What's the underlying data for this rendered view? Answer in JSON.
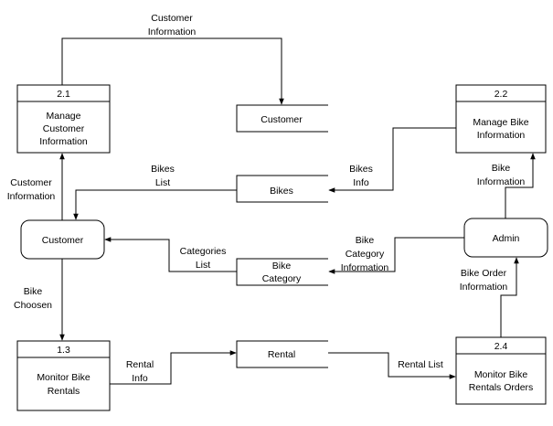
{
  "colors": {
    "line": "#000000",
    "background": "#ffffff",
    "text": "#000000"
  },
  "processes": {
    "p21": {
      "id": "2.1",
      "label": [
        "Manage",
        "Customer",
        "Information"
      ]
    },
    "p22": {
      "id": "2.2",
      "label": [
        "Manage Bike",
        "Information"
      ]
    },
    "p13": {
      "id": "1.3",
      "label": [
        "Monitor Bike",
        "Rentals"
      ]
    },
    "p24": {
      "id": "2.4",
      "label": [
        "Monitor Bike",
        "Rentals Orders"
      ]
    }
  },
  "entities": {
    "customer": {
      "label": "Customer"
    },
    "admin": {
      "label": "Admin"
    }
  },
  "stores": {
    "customer": {
      "label": [
        "Customer"
      ]
    },
    "bikes": {
      "label": [
        "Bikes"
      ]
    },
    "category": {
      "label": [
        "Bike",
        "Category"
      ]
    },
    "rental": {
      "label": [
        "Rental"
      ]
    }
  },
  "flows": {
    "top_customer_info": [
      "Customer",
      "Information"
    ],
    "left_customer_info": [
      "Customer",
      "Information"
    ],
    "bikes_list": [
      "Bikes",
      "List"
    ],
    "bikes_info": [
      "Bikes",
      "Info"
    ],
    "bike_info": [
      "Bike",
      "Information"
    ],
    "categories_list": [
      "Categories",
      "List"
    ],
    "bike_category_info": [
      "Bike",
      "Category",
      "Information"
    ],
    "bike_choosen": [
      "Bike",
      "Choosen"
    ],
    "bike_order_info": [
      "Bike Order",
      "Information"
    ],
    "rental_info": [
      "Rental",
      "Info"
    ],
    "rental_list": [
      "Rental List"
    ]
  }
}
